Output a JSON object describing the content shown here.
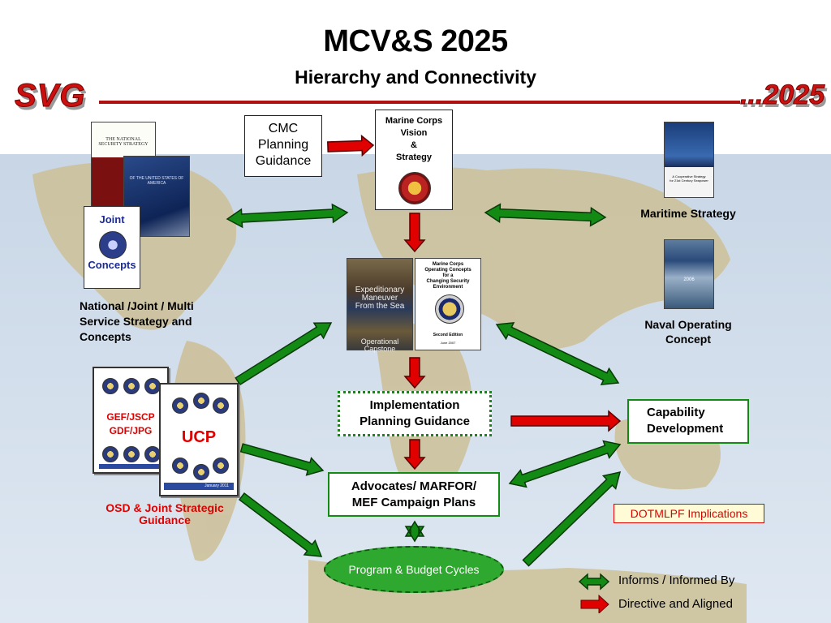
{
  "title": "MCV&S 2025",
  "subtitle": "Hierarchy and Connectivity",
  "logo_left": "SVG",
  "logo_right": "...2025",
  "nodes": {
    "cmc": "CMC\nPlanning\nGuidance",
    "vision": "Marine Corps\nVision\n&\nStrategy",
    "maritime": "Maritime Strategy",
    "naval_ops": "Naval Operating\nConcept",
    "national": "National /Joint / Multi\nService Strategy and\nConcepts",
    "joint_top": "Joint",
    "joint_bottom": "Concepts",
    "impl": "Implementation\nPlanning Guidance",
    "capability": "Capability\nDevelopment",
    "advocates": "Advocates/ MARFOR/\nMEF Campaign Plans",
    "program": "Program & Budget Cycles",
    "dotmlpf": "DOTMLPF Implications",
    "osd": "OSD & Joint Strategic\nGuidance",
    "gef": "GEF/JSCP\nGDF/JPG",
    "ucp": "UCP"
  },
  "docs": {
    "nss_1": "THE NATIONAL\nSECURITY STRATEGY",
    "nss_2": "OF THE UNITED STATES OF AMERICA",
    "emf_1": "Expeditionary\nManeuver\nFrom the Sea",
    "emf_2": "Operational\nCapstone",
    "mcoc_title": "Marine Corps\nOperating Concepts\nfor a\nChanging Security\nEnvironment",
    "mcoc_edition": "Second Edition",
    "mcoc_date": "June 2007",
    "maritime_doc": "A Cooperative Strategy\nfor 21st Century Seapower",
    "noc_doc": "2006",
    "ucp_date": "January 2011"
  },
  "legend": {
    "informs": "Informs / Informed By",
    "directive": "Directive and Aligned",
    "informs_color": "#138a13",
    "directive_color": "#e00000"
  }
}
